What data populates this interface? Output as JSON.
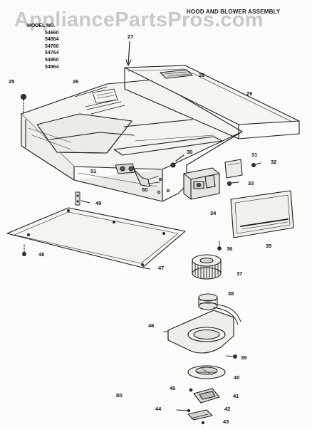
{
  "watermark": "AppliancePartsPros.com",
  "title": "HOOD AND BLOWER ASSEMBLY",
  "model_header": "MODEL NO.",
  "model_numbers": [
    "54660",
    "54664",
    "54760",
    "54764",
    "54960",
    "54964"
  ],
  "page_code": "B5",
  "callouts": [
    {
      "id": "27",
      "label": "27"
    },
    {
      "id": "28",
      "label": "28"
    },
    {
      "id": "25",
      "label": "25"
    },
    {
      "id": "26",
      "label": "26"
    },
    {
      "id": "29",
      "label": "29"
    },
    {
      "id": "30",
      "label": "30"
    },
    {
      "id": "31",
      "label": "31"
    },
    {
      "id": "32",
      "label": "32"
    },
    {
      "id": "33",
      "label": "33"
    },
    {
      "id": "51",
      "label": "51"
    },
    {
      "id": "50",
      "label": "50"
    },
    {
      "id": "34",
      "label": "34"
    },
    {
      "id": "49",
      "label": "49"
    },
    {
      "id": "35",
      "label": "35"
    },
    {
      "id": "48",
      "label": "48"
    },
    {
      "id": "36",
      "label": "36"
    },
    {
      "id": "47",
      "label": "47"
    },
    {
      "id": "37",
      "label": "37"
    },
    {
      "id": "38",
      "label": "38"
    },
    {
      "id": "46",
      "label": "46"
    },
    {
      "id": "39",
      "label": "39"
    },
    {
      "id": "40",
      "label": "40"
    },
    {
      "id": "45",
      "label": "45"
    },
    {
      "id": "41",
      "label": "41"
    },
    {
      "id": "44",
      "label": "44"
    },
    {
      "id": "42",
      "label": "42"
    },
    {
      "id": "43",
      "label": "43"
    }
  ]
}
